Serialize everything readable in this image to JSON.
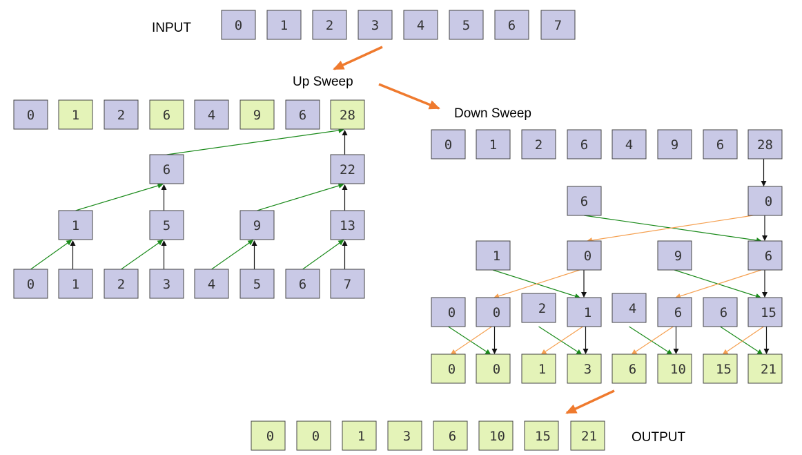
{
  "labels": {
    "input": "INPUT",
    "up_sweep": "Up Sweep",
    "down_sweep": "Down Sweep",
    "output": "OUTPUT"
  },
  "colors": {
    "purple_box": "#c9c9e6",
    "green_box": "#e4f3b8",
    "box_border": "#444444",
    "green_arrow": "#1a8a1a",
    "orange_arrow": "#f5a050",
    "black_arrow": "#111111",
    "big_arrow": "#ef7a2e"
  },
  "input": {
    "values": [
      "0",
      "1",
      "2",
      "3",
      "4",
      "5",
      "6",
      "7"
    ]
  },
  "up_sweep": {
    "result": {
      "values": [
        "0",
        "1",
        "2",
        "6",
        "4",
        "9",
        "6",
        "28"
      ],
      "colors": [
        "purple",
        "green",
        "purple",
        "green",
        "purple",
        "green",
        "purple",
        "green"
      ]
    },
    "level3": {
      "values": [
        "6",
        "22"
      ]
    },
    "level2": {
      "values": [
        "1",
        "5",
        "9",
        "13"
      ]
    },
    "level1": {
      "values": [
        "0",
        "1",
        "2",
        "3",
        "4",
        "5",
        "6",
        "7"
      ]
    }
  },
  "down_sweep": {
    "row1": {
      "values": [
        "0",
        "1",
        "2",
        "6",
        "4",
        "9",
        "6",
        "28"
      ]
    },
    "row2": {
      "values": [
        "6",
        "0"
      ]
    },
    "row3": {
      "values": [
        "1",
        "0",
        "9",
        "6"
      ]
    },
    "row4": {
      "values": [
        "0",
        "0",
        "2",
        "1",
        "4",
        "6",
        "6",
        "15"
      ]
    },
    "row5": {
      "values": [
        "0",
        "0",
        "1",
        "3",
        "6",
        "10",
        "15",
        "21"
      ]
    }
  },
  "output": {
    "values": [
      "0",
      "0",
      "1",
      "3",
      "6",
      "10",
      "15",
      "21"
    ]
  }
}
